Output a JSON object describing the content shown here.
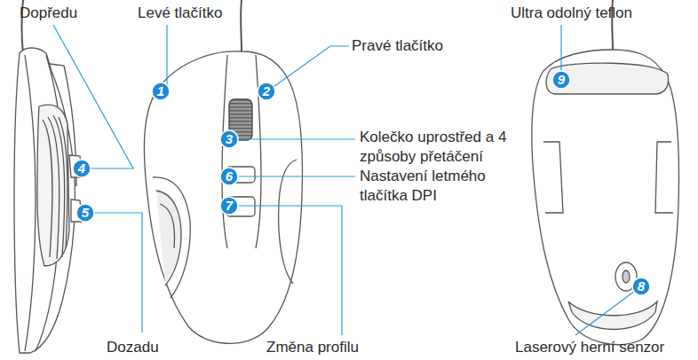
{
  "diagram": {
    "labels": [
      "Dopředu",
      "Levé tlačítko",
      "Ultra odolný teflon",
      "Pravé tlačítko",
      "1",
      "2",
      "9",
      "3",
      "Kolečko uprostřed a 4 způsoby přetáčení",
      "4",
      "6",
      "Nastavení letmého tlačítka DPI",
      "5",
      "7",
      "8",
      "Dozadu",
      "Změna profilu",
      "Laserový herní senzor"
    ]
  }
}
